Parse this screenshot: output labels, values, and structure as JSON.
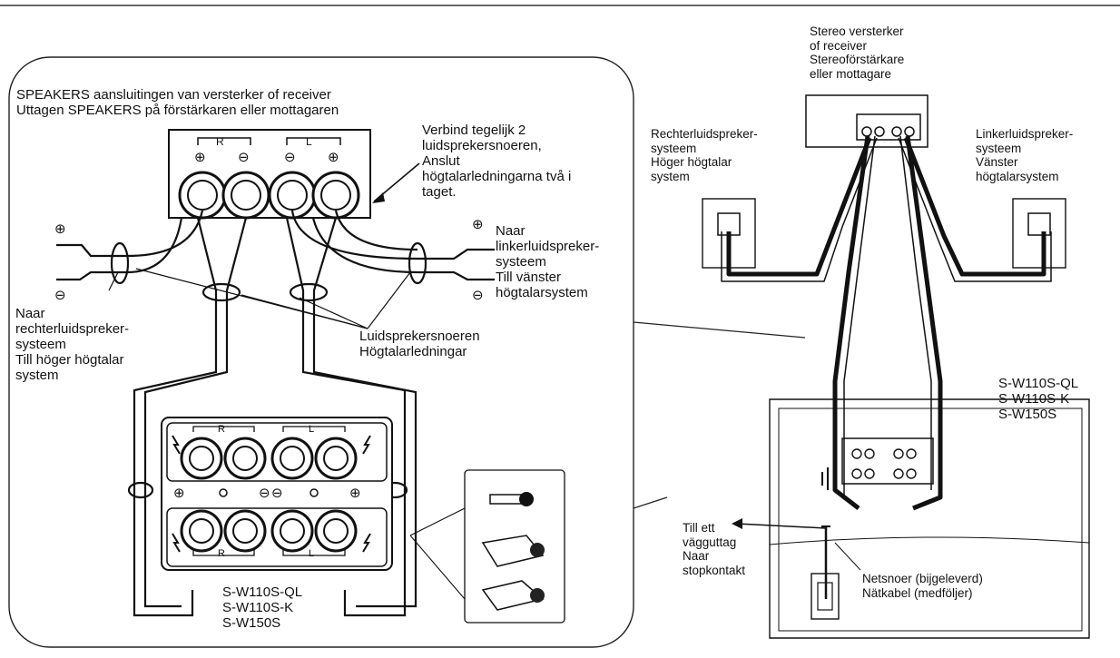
{
  "inset": {
    "terminals_title": "SPEAKERS aansluitingen van versterker of receiver\nUttagen SPEAKERS på förstärkaren eller mottagaren",
    "connect_note": "Verbind tegelijk 2\nluidsprekersnoeren,\nAnslut\nhögtalarledningarna två i\ntaget.",
    "to_left_speaker": "Naar\nlinkerluidspreker-\nsysteem\nTill vänster\nhögtalarsystem",
    "to_right_speaker": "Naar\nrechterluidspreker-\nsysteem\nTill höger högtalar\nsystem",
    "speaker_cords": "Luidsprekersnoeren\nHögtalarledningar",
    "model_names": "S-W110S-QL\nS-W110S-K\nS-W150S",
    "channel_r": "R",
    "channel_l": "L",
    "plus": "⊕",
    "minus": "⊖"
  },
  "overview": {
    "amplifier": "Stereo versterker\nof receiver\nStereoförstärkare\neller mottagare",
    "right_speaker": "Rechterluidspreker-\nsysteem\nHöger högtalar\nsystem",
    "left_speaker": "Linkerluidspreker-\nsysteem\nVänster\nhögtalarsystem",
    "model_names": "S-W110S-QL\nS-W110S-K\nS-W150S",
    "wall_outlet": "Till ett\nvägguttag\nNaar\nstopkontakt",
    "power_cord": "Netsnoer (bijgeleverd)\nNätkabel (medföljer)"
  }
}
